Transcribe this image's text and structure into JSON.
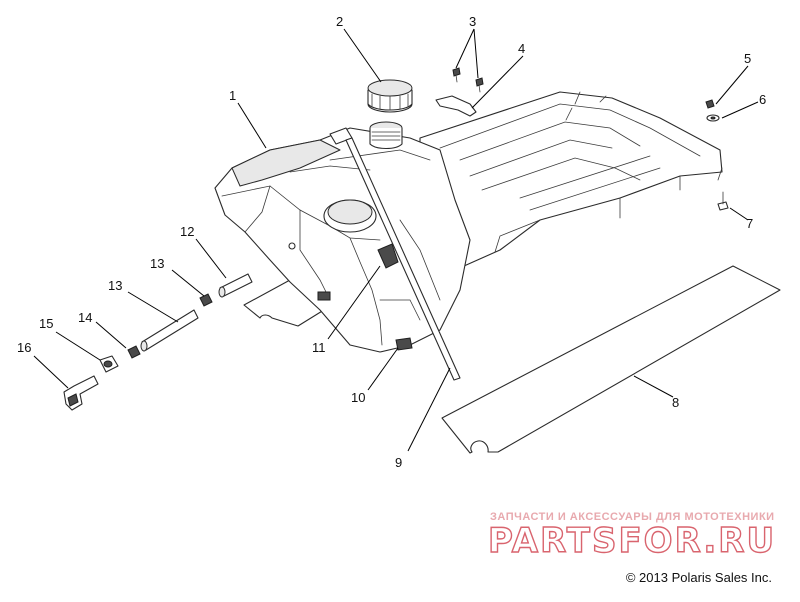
{
  "callouts": [
    "1",
    "2",
    "3",
    "4",
    "5",
    "6",
    "7",
    "8",
    "9",
    "10",
    "11",
    "12",
    "13",
    "13",
    "14",
    "15",
    "16"
  ],
  "watermark": {
    "subtitle": "ЗАПЧАСТИ И АКСЕССУАРЫ ДЛЯ МОТОТЕХНИКИ",
    "brand": "PARTSFOR.RU"
  },
  "copyright": "© 2013 Polaris Sales Inc.",
  "colors": {
    "line": "#2b2b2b",
    "watermark": "#d9646e"
  }
}
